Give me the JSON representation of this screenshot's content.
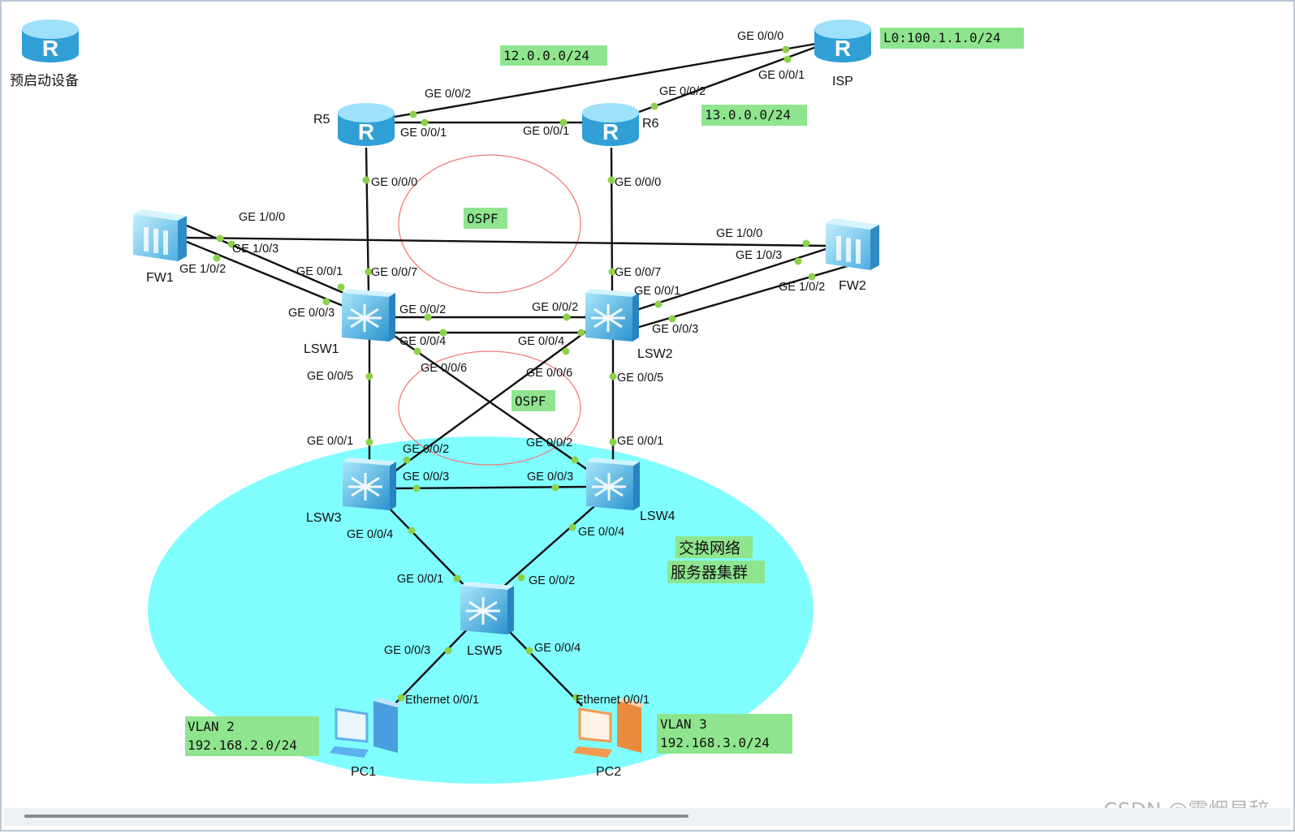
{
  "colors": {
    "zone_fill": "#80fdff",
    "label_box": "#8ee58e",
    "port_dot": "#8bd14a",
    "ospf_circle": "#f07a7a",
    "router_blue": "#43b7e8",
    "switch_blue": "#3fb0e5",
    "pc1_blue": "#5cb0ee",
    "pc2_orange": "#f29a50"
  },
  "legend": {
    "preboot_label": "预启动设备"
  },
  "devices": {
    "isp": "ISP",
    "r5": "R5",
    "r6": "R6",
    "fw1": "FW1",
    "fw2": "FW2",
    "lsw1": "LSW1",
    "lsw2": "LSW2",
    "lsw3": "LSW3",
    "lsw4": "LSW4",
    "lsw5": "LSW5",
    "pc1": "PC1",
    "pc2": "PC2"
  },
  "ports": {
    "isp_ge000": "GE 0/0/0",
    "isp_ge001": "GE 0/0/1",
    "r5_ge002": "GE 0/0/2",
    "r5_ge001": "GE 0/0/1",
    "r5_ge000": "GE 0/0/0",
    "r6_ge002": "GE 0/0/2",
    "r6_ge001": "GE 0/0/1",
    "r6_ge000": "GE 0/0/0",
    "fw1_ge100": "GE 1/0/0",
    "fw1_ge103": "GE 1/0/3",
    "fw1_ge102": "GE 1/0/2",
    "fw2_ge100": "GE 1/0/0",
    "fw2_ge103": "GE 1/0/3",
    "fw2_ge102": "GE 1/0/2",
    "lsw1_ge001": "GE 0/0/1",
    "lsw1_ge007": "GE 0/0/7",
    "lsw1_ge003": "GE 0/0/3",
    "lsw1_ge002": "GE 0/0/2",
    "lsw1_ge004": "GE 0/0/4",
    "lsw1_ge006": "GE 0/0/6",
    "lsw1_ge005": "GE 0/0/5",
    "lsw2_ge007": "GE 0/0/7",
    "lsw2_ge001": "GE 0/0/1",
    "lsw2_ge002": "GE 0/0/2",
    "lsw2_ge004": "GE 0/0/4",
    "lsw2_ge003": "GE 0/0/3",
    "lsw2_ge006": "GE 0/0/6",
    "lsw2_ge005": "GE 0/0/5",
    "lsw3_ge001": "GE 0/0/1",
    "lsw3_ge002": "GE 0/0/2",
    "lsw3_ge003": "GE 0/0/3",
    "lsw3_ge004": "GE 0/0/4",
    "lsw4_ge001": "GE 0/0/1",
    "lsw4_ge002": "GE 0/0/2",
    "lsw4_ge003": "GE 0/0/3",
    "lsw4_ge004": "GE 0/0/4",
    "lsw5_ge001": "GE 0/0/1",
    "lsw5_ge002": "GE 0/0/2",
    "lsw5_ge003": "GE 0/0/3",
    "lsw5_ge004": "GE 0/0/4",
    "pc1_eth": "Ethernet 0/0/1",
    "pc2_eth": "Ethernet 0/0/1"
  },
  "notes": {
    "net12": "12.0.0.0/24",
    "net13": "13.0.0.0/24",
    "loopback": "L0:100.1.1.0/24",
    "ospf_top": "OSPF",
    "ospf_bottom": "OSPF",
    "zone_line1": "交换网络",
    "zone_line2": "服务器集群",
    "vlan2_line1": "VLAN 2",
    "vlan2_line2": "192.168.2.0/24",
    "vlan3_line1": "VLAN 3",
    "vlan3_line2": "192.168.3.0/24"
  },
  "watermark": "CSDN @霖烟易辞"
}
